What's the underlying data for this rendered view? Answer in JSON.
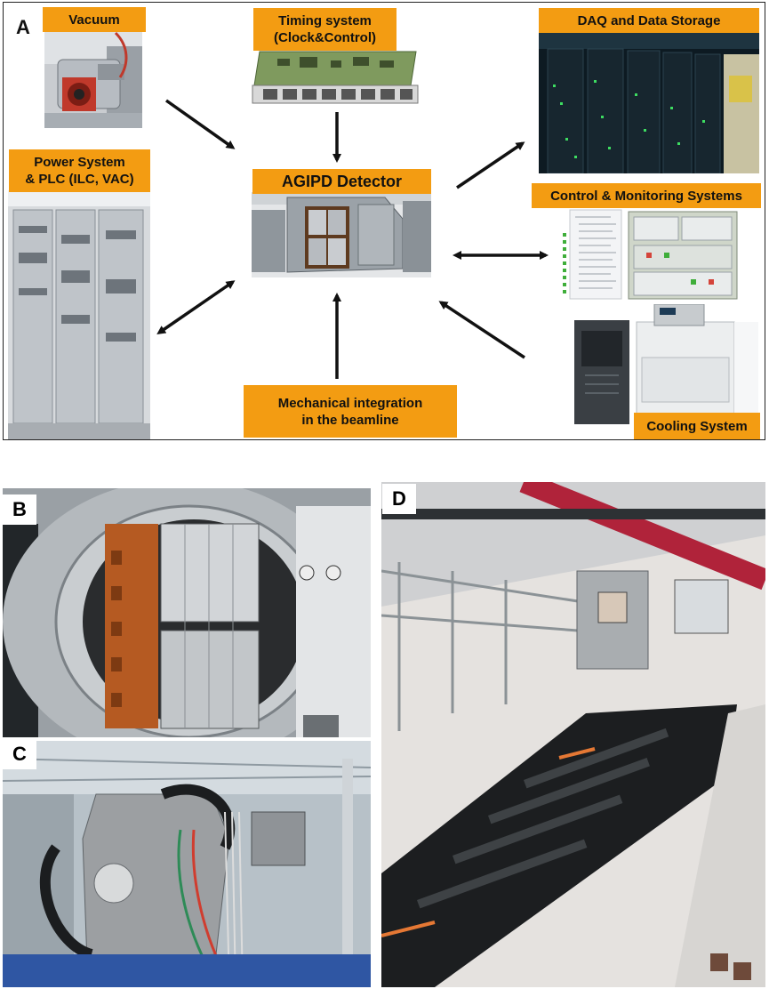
{
  "panels": {
    "a": "A",
    "b": "B",
    "c": "C",
    "d": "D"
  },
  "labels": {
    "vacuum": "Vacuum",
    "timing_line1": "Timing system",
    "timing_line2": "(Clock&Control)",
    "daq": "DAQ and Data Storage",
    "power_line1": "Power System",
    "power_line2": "& PLC (ILC, VAC)",
    "detector": "AGIPD Detector",
    "control": "Control &  Monitoring Systems",
    "mech_line1": "Mechanical integration",
    "mech_line2": "in the beamline",
    "cooling": "Cooling System"
  },
  "colors": {
    "label_fill": "#f39c12",
    "arrow": "#111111"
  }
}
